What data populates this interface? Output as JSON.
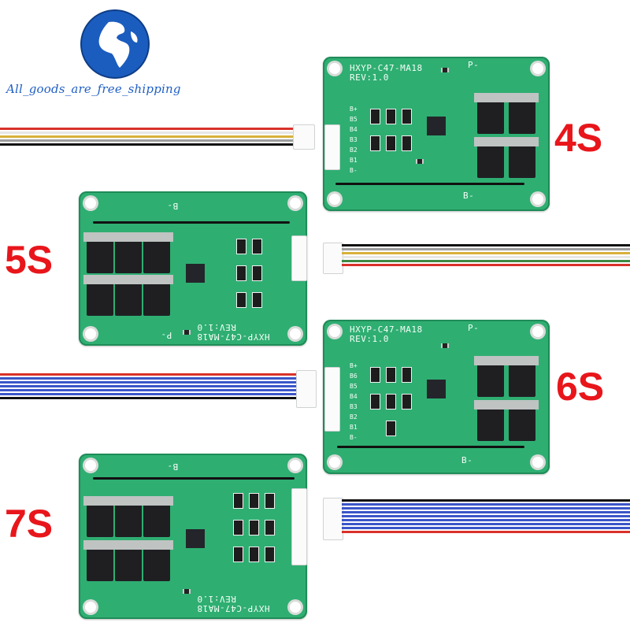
{
  "watermark": {
    "text": "All_goods_are_free_shipping",
    "globe": "globe-logo"
  },
  "labels": {
    "four": "4S",
    "five": "5S",
    "six": "6S",
    "seven": "7S"
  },
  "silkscreen": {
    "model": "HXYP-C47-MA18",
    "rev": "REV:1.0",
    "p_minus": "P-",
    "b_minus": "B-"
  },
  "colors": {
    "board_green": "#2fae72",
    "label_red": "#e8161b",
    "watermark_blue": "#1f5fc4"
  }
}
